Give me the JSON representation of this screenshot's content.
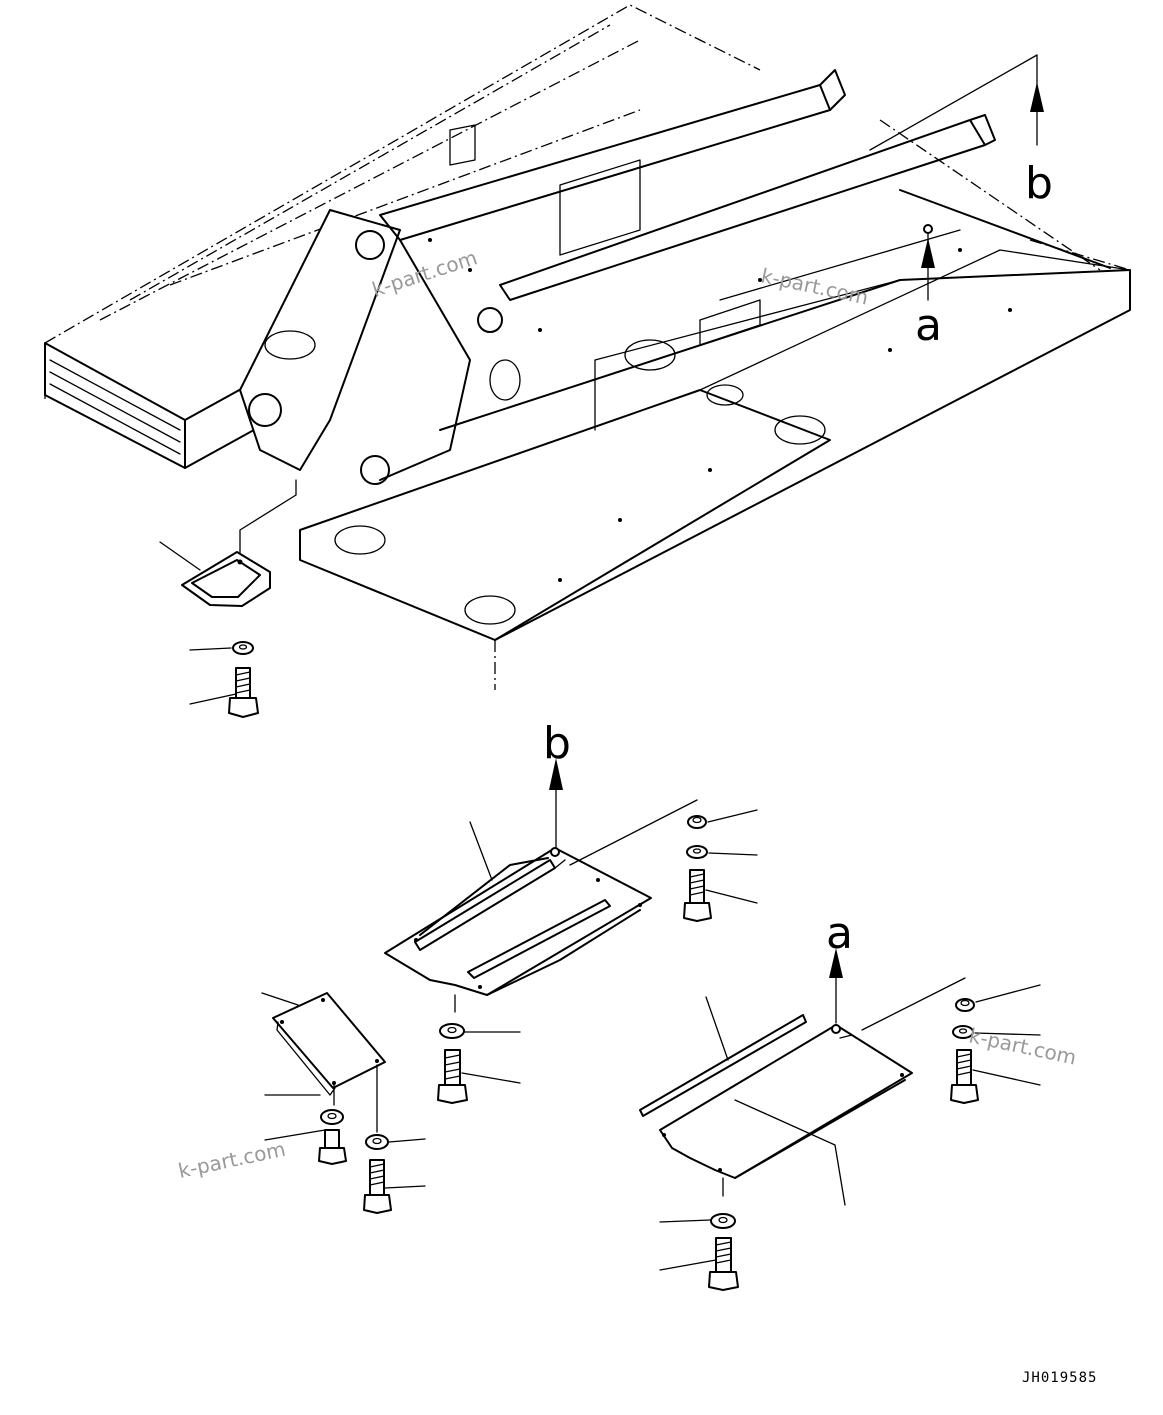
{
  "labels": {
    "a": "a",
    "b": "b"
  },
  "watermark": "k-part.com",
  "drawing_code": "JH019585",
  "colors": {
    "line": "#000000",
    "background": "#ffffff",
    "watermark": "#999999"
  }
}
